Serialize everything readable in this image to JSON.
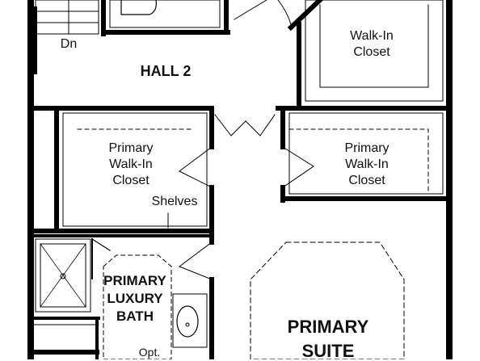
{
  "plan": {
    "labels": {
      "dn": "Dn",
      "hall": "HALL 2",
      "walkin_closet_line1": "Walk-In",
      "walkin_closet_line2": "Closet",
      "primary_left_line1": "Primary",
      "primary_left_line2": "Walk-In",
      "primary_left_line3": "Closet",
      "primary_right_line1": "Primary",
      "primary_right_line2": "Walk-In",
      "primary_right_line3": "Closet",
      "shelves": "Shelves",
      "bath_line1": "PRIMARY",
      "bath_line2": "LUXURY",
      "bath_line3": "BATH",
      "opt": "Opt.",
      "suite_line1": "PRIMARY",
      "suite_line2": "SUITE"
    }
  }
}
